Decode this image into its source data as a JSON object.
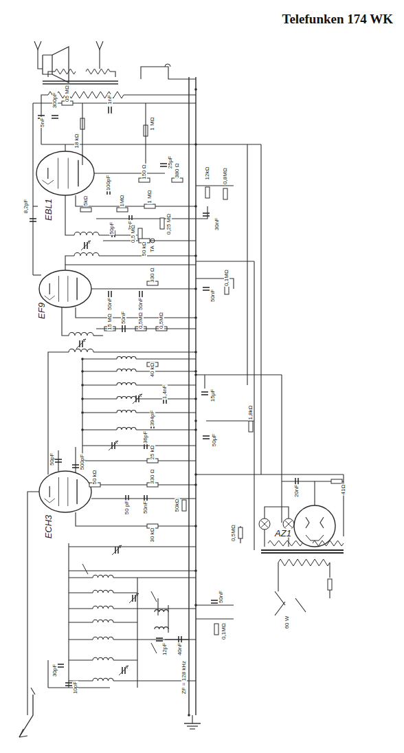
{
  "diagram": {
    "title": "Telefunken 174 WK",
    "labels": [
      "5nF",
      "300pF",
      "05 MΩ",
      "1nF",
      "18 kΩ",
      "1 MΩ",
      "8,2pF",
      "EBL1",
      "100pF",
      "150 Ω",
      "25µF",
      "380 Ω",
      "5kΩ",
      "1MΩ",
      "1 MΩ",
      "3nF",
      "0,25 MΩ",
      "0,5 MΩ",
      "TA",
      "12kΩ",
      "30nF",
      "0,8MΩ",
      "50pF",
      "50 kΩ",
      "EF9",
      "330 Ω",
      "50nF",
      "50nF",
      "50nF",
      "0,1MΩ",
      "15 MΩ",
      "50nF",
      "0,5MΩ",
      "0,5MΩ",
      "40 kΩ",
      "15µF",
      "1,4nF",
      "394pF",
      "36pF",
      "50µF",
      "1,8kΩ",
      "50pF",
      "500pF",
      "25 kΩ",
      "ECH3",
      "50 kΩ",
      "330 Ω",
      "50 pF",
      "50nF",
      "30 kΩ",
      "50kΩ",
      "0,5MΩ",
      "20nF",
      "41Ω",
      "AZ1",
      "60 W",
      "50nF",
      "0,1MΩ",
      "12pF",
      "40nF",
      "ZF = 128 kHz",
      "30pF",
      "10pF"
    ]
  }
}
